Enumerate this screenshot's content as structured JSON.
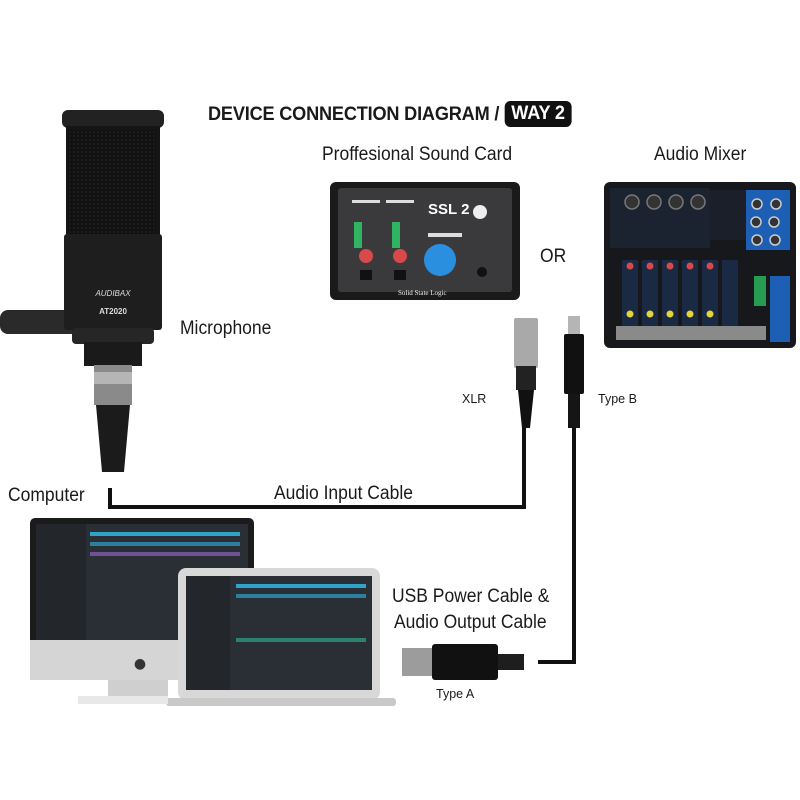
{
  "title": {
    "text": "DEVICE CONNECTION DIAGRAM /",
    "badge": "WAY 2"
  },
  "devices": {
    "sound_card": {
      "label": "Proffesional Sound Card",
      "brand": "SSL 2",
      "maker_text": "Solid State Logic"
    },
    "or_label": "OR",
    "mixer": {
      "label": "Audio Mixer"
    },
    "microphone": {
      "label": "Microphone",
      "brand": "AUDIBAX",
      "model": "AT2020"
    },
    "computer": {
      "label": "Computer"
    }
  },
  "connectors": {
    "xlr": "XLR",
    "type_b": "Type B",
    "type_a": "Type A"
  },
  "cables": {
    "audio_input": "Audio Input Cable",
    "usb_line1": "USB Power Cable &",
    "usb_line2": "Audio Output Cable"
  },
  "colors": {
    "line": "#111111",
    "knob_blue": "#2b8fe0",
    "mixer_blue": "#1d5fb4",
    "led_green": "#2fd36a"
  }
}
